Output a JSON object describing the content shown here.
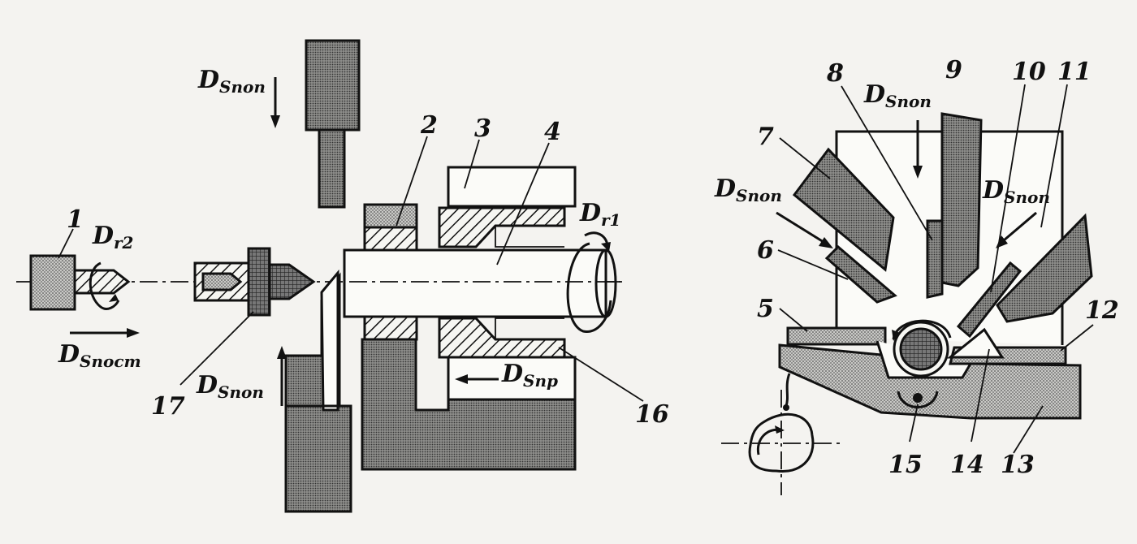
{
  "left_figure": {
    "labels": {
      "n1": "1",
      "n2": "2",
      "n3": "3",
      "n4": "4",
      "n16": "16",
      "n17": "17"
    },
    "motions": {
      "dr2_main": "D",
      "dr2_sub": "r2",
      "dr1_main": "D",
      "dr1_sub": "r1",
      "ds_post_main": "D",
      "ds_post_sub": "Sпост",
      "ds_pop_top_main": "D",
      "ds_pop_top_sub": "Sпоп",
      "ds_pop_bottom_main": "D",
      "ds_pop_bottom_sub": "Sпоп",
      "ds_pr_main": "D",
      "ds_pr_sub": "Sпр"
    }
  },
  "right_figure": {
    "labels": {
      "n5": "5",
      "n6": "6",
      "n7": "7",
      "n8": "8",
      "n9": "9",
      "n10": "10",
      "n11": "11",
      "n12": "12",
      "n13": "13",
      "n14": "14",
      "n15": "15"
    },
    "motions": {
      "ds_pop_left_main": "D",
      "ds_pop_left_sub": "Sпоп",
      "ds_pop_center_main": "D",
      "ds_pop_center_sub": "Sпоп",
      "ds_pop_right_main": "D",
      "ds_pop_right_sub": "Sпоп"
    }
  }
}
